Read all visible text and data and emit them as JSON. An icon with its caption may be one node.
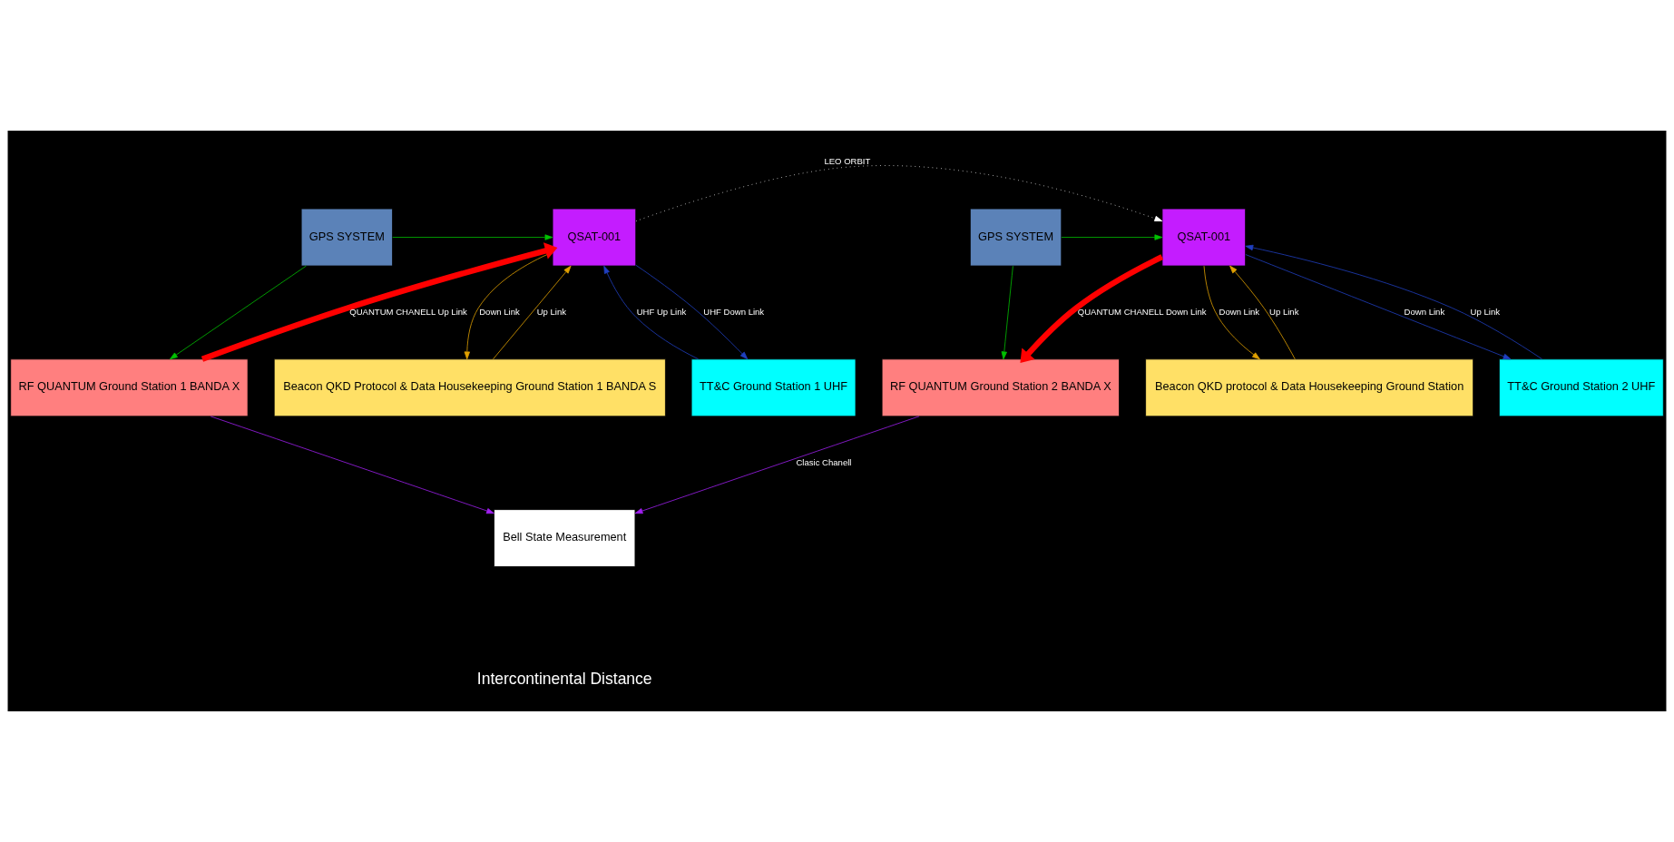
{
  "diagram": {
    "nodes": [
      {
        "text": [
          "GPS SYSTEM"
        ]
      },
      {
        "text": [
          "QSAT-001"
        ]
      },
      {
        "text": [
          "QSAT-001"
        ]
      },
      {
        "text": [
          "GPS SYSTEM"
        ]
      },
      {
        "text": [
          "TT&C Ground Station 1 UHF"
        ]
      },
      {
        "text": [
          "RF QUANTUM Ground Station 1 BANDA X"
        ]
      },
      {
        "text": [
          "Beacon QKD Protocol & Data Housekeeping Ground Station 1 BANDA S"
        ]
      },
      {
        "text": [
          "TT&C Ground Station 2 UHF"
        ]
      },
      {
        "text": [
          "RF QUANTUM Ground Station 2 BANDA X"
        ]
      },
      {
        "text": [
          "Beacon QKD protocol & Data Housekeeping Ground Station"
        ]
      },
      {
        "text": [
          "Bell State Measurement"
        ]
      }
    ],
    "edges": [
      {
        "from": 0,
        "to": 1,
        "arrow": "to",
        "color": "#00c000"
      },
      {
        "from": 1,
        "to": 2,
        "arrow": "to",
        "label": "LEO ORBIT",
        "style": "dashed",
        "color": "#ffffff"
      },
      {
        "from": 3,
        "to": 2,
        "arrow": "to",
        "color": "#00c000"
      },
      {
        "from": 0,
        "to": 5,
        "arrow": "to",
        "color": "#00c000"
      },
      {
        "from": 3,
        "to": 8,
        "arrow": "to",
        "color": "#00c000"
      },
      {
        "from": 1,
        "to": 4,
        "arrow": "to",
        "label": "UHF Down Link",
        "color": "#1f3fbf"
      },
      {
        "from": 4,
        "to": 1,
        "arrow": "to",
        "label": "UHF Up Link",
        "color": "#1f3fbf"
      },
      {
        "from": 5,
        "to": 1,
        "arrow": "to",
        "label": "QUANTUM CHANELL Up Link",
        "style": "thick",
        "color": "#ff0000"
      },
      {
        "from": 1,
        "to": 6,
        "arrow": "to",
        "label": "Down Link",
        "color": "#e0a000"
      },
      {
        "from": 6,
        "to": 1,
        "arrow": "to",
        "label": "Up Link",
        "color": "#e0a000"
      },
      {
        "from": 2,
        "to": 7,
        "arrow": "to",
        "label": "Down Link",
        "color": "#1f3fbf"
      },
      {
        "from": 7,
        "to": 2,
        "arrow": "to",
        "label": "Up Link",
        "color": "#1f3fbf"
      },
      {
        "from": 2,
        "to": 8,
        "arrow": "to",
        "label": "QUANTUM CHANELL Down Link",
        "style": "thick",
        "color": "#ff0000"
      },
      {
        "from": 2,
        "to": 9,
        "arrow": "to",
        "label": "Down Link",
        "color": "#e0a000"
      },
      {
        "from": 9,
        "to": 2,
        "arrow": "to",
        "label": "Up Link",
        "color": "#e0a000"
      },
      {
        "from": 5,
        "to": 10,
        "arrow": "to",
        "color": "#a020f0"
      },
      {
        "from": 8,
        "to": 10,
        "arrow": "to",
        "label": "Clasic Chanell",
        "color": "#a020f0"
      }
    ],
    "labels": [
      "Intercontinental Distance"
    ]
  }
}
